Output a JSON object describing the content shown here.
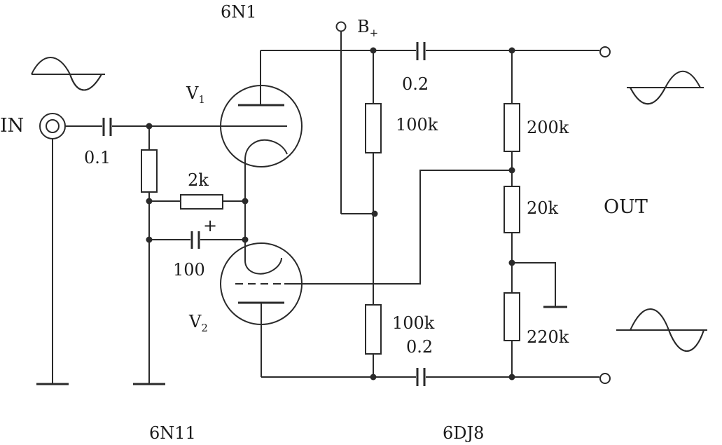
{
  "tubes": {
    "top_model": "6N1",
    "bottom_models": [
      "6N11",
      "6DJ8"
    ],
    "v1": {
      "letter": "V",
      "sub": "1"
    },
    "v2": {
      "letter": "V",
      "sub": "2"
    }
  },
  "supply": {
    "letter": "B",
    "sub": "+"
  },
  "ports": {
    "input": "IN",
    "output": "OUT"
  },
  "capacitors": {
    "input": "0.1",
    "top_coupling": "0.2",
    "bottom_coupling": "0.2",
    "bypass": "100",
    "bypass_polarity": "+"
  },
  "resistors": {
    "plate_load_top": "100k",
    "cathode_load_bottom": "100k",
    "grid_bias": "2k",
    "divider_top": "200k",
    "divider_middle": "20k",
    "divider_bottom": "220k"
  },
  "colors": {
    "ink": "#2a2a2a",
    "accent": "#9a3040"
  }
}
